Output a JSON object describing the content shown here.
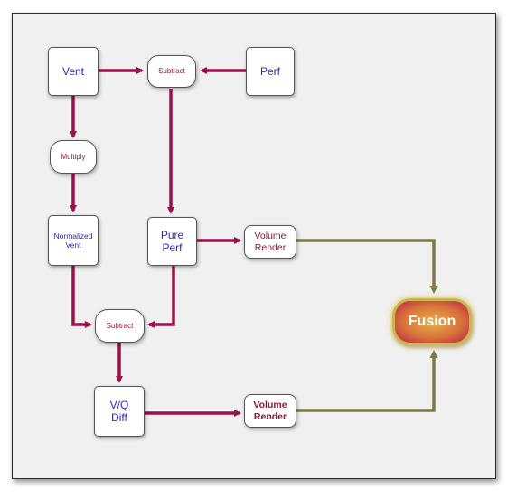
{
  "nodes": {
    "vent": "Vent",
    "subtract_top": "Subtract",
    "perf": "Perf",
    "multiply": "Multiply",
    "normalized_vent_l1": "Normalized",
    "normalized_vent_l2": "Vent",
    "pure_perf_l1": "Pure",
    "pure_perf_l2": "Perf",
    "volume_render_top_l1": "Volume",
    "volume_render_top_l2": "Render",
    "subtract_bottom": "Subtract",
    "vq_diff_l1": "V/Q",
    "vq_diff_l2": "Diff",
    "volume_render_bottom_l1": "Volume",
    "volume_render_bottom_l2": "Render",
    "fusion": "Fusion"
  },
  "colors": {
    "primary_arrow": "#9b1148",
    "fusion_arrow": "#7d7a45"
  }
}
